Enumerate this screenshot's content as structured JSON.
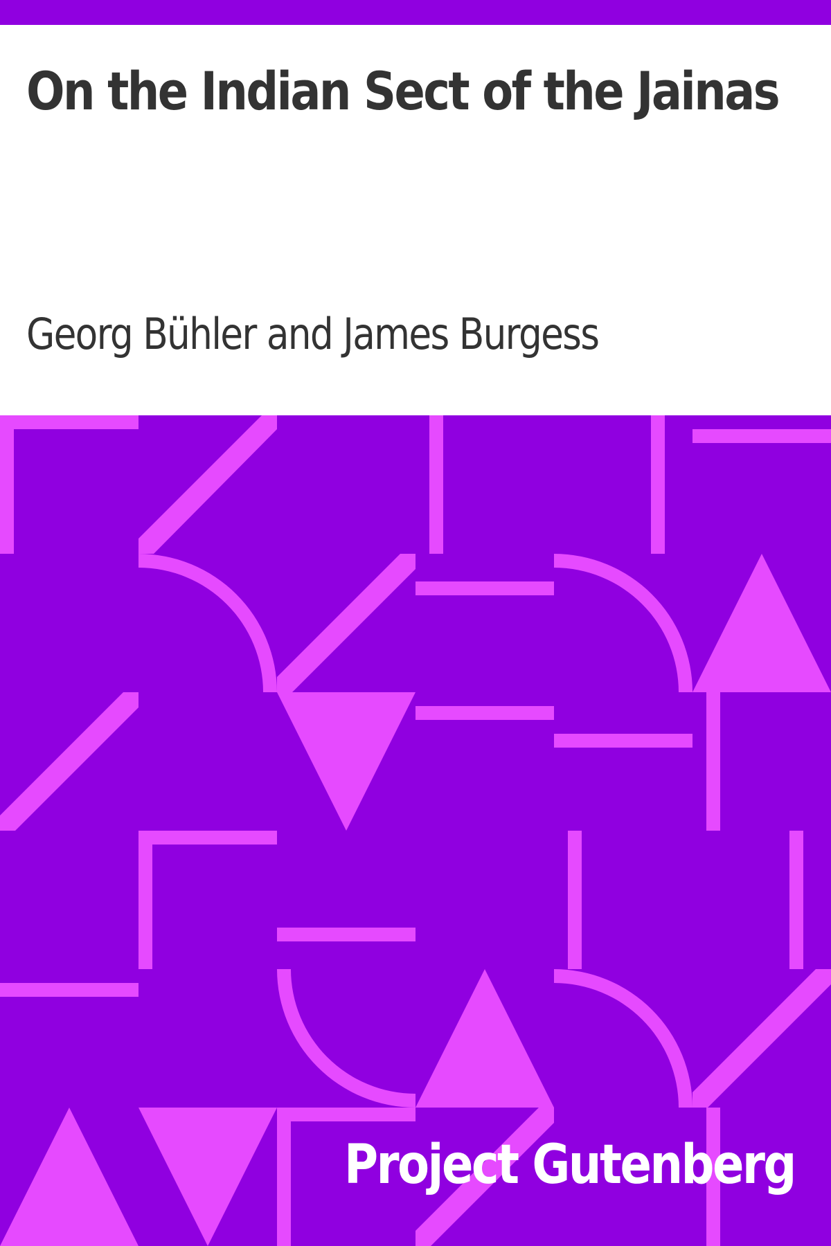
{
  "cover": {
    "title": "On the Indian Sect of the Jainas",
    "author": "Georg Bühler and James Burgess",
    "publisher": "Project Gutenberg"
  },
  "colors": {
    "band": "#9000e0",
    "pattern_background": "#9000e0",
    "pattern_shapes": "#e64aff",
    "title_text": "#333333",
    "publisher_text": "#ffffff"
  }
}
